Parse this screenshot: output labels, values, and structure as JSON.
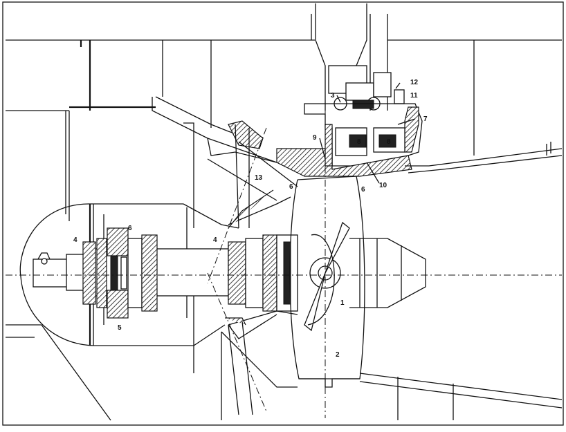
{
  "figure": {
    "labels": [
      {
        "id": "l1",
        "text": "1"
      },
      {
        "id": "l2",
        "text": "2"
      },
      {
        "id": "l3",
        "text": "3"
      },
      {
        "id": "l4a",
        "text": "4"
      },
      {
        "id": "l4b",
        "text": "4"
      },
      {
        "id": "l5",
        "text": "5"
      },
      {
        "id": "l6a",
        "text": "6"
      },
      {
        "id": "l6b",
        "text": "6"
      },
      {
        "id": "l6c",
        "text": "6"
      },
      {
        "id": "l7",
        "text": "7"
      },
      {
        "id": "l8a",
        "text": "8"
      },
      {
        "id": "l8b",
        "text": "8"
      },
      {
        "id": "l9",
        "text": "9"
      },
      {
        "id": "l10",
        "text": "10"
      },
      {
        "id": "l11",
        "text": "11"
      },
      {
        "id": "l12",
        "text": "12"
      },
      {
        "id": "l13",
        "text": "13"
      }
    ]
  },
  "colors": {
    "ink": "#111111",
    "paper": "#ffffff"
  }
}
